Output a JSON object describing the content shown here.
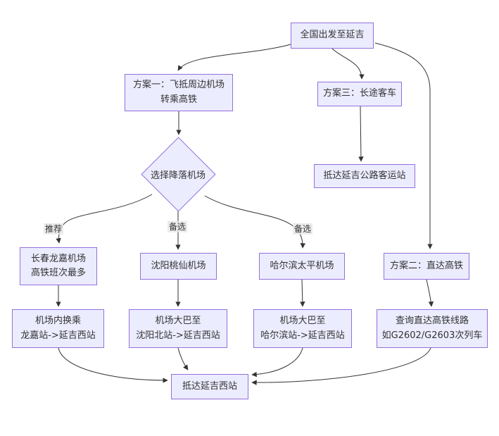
{
  "nodes": {
    "start": "全国出发至延吉",
    "plan1": "方案一：飞抵周边机场\n转乘高铁",
    "plan3": "方案三：长途客车",
    "choose_airport": "选择降落机场",
    "bus_terminal": "抵达延吉公路客运站",
    "changchun": "长春龙嘉机场\n高铁班次最多",
    "shenyang": "沈阳桃仙机场",
    "harbin": "哈尔滨太平机场",
    "plan2": "方案二：直达高铁",
    "transfer_changchun": "机场内换乘\n龙嘉站->延吉西站",
    "transfer_shenyang": "机场大巴至\n沈阳北站->延吉西站",
    "transfer_harbin": "机场大巴至\n哈尔滨站->延吉西站",
    "query_direct": "查询直达高铁线路\n如G2602/G2603次列车",
    "arrive": "抵达延吉西站"
  },
  "edge_labels": {
    "recommend": "推荐",
    "alt1": "备选",
    "alt2": "备选"
  },
  "colors": {
    "node_fill": "#ECECFF",
    "node_border": "#9370DB",
    "edge_line": "#333333"
  }
}
